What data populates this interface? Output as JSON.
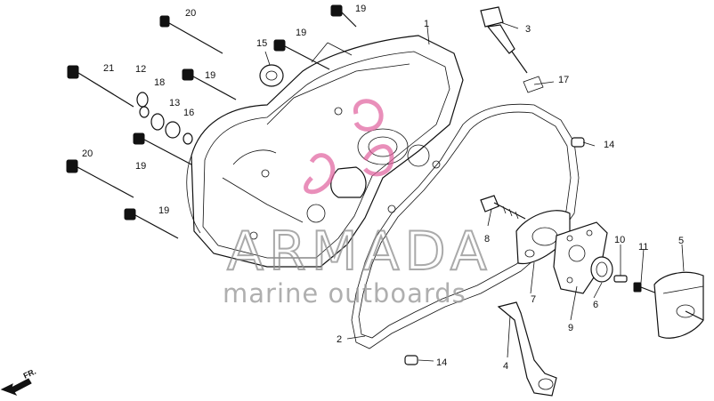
{
  "watermark": {
    "brand": "ARMADA",
    "tagline": "marine outboards",
    "logo_color": "#e0609c"
  },
  "direction_label": "FR.",
  "callouts": [
    {
      "id": "c1",
      "text": "1"
    },
    {
      "id": "c2",
      "text": "2"
    },
    {
      "id": "c3",
      "text": "3"
    },
    {
      "id": "c4",
      "text": "4"
    },
    {
      "id": "c5",
      "text": "5"
    },
    {
      "id": "c6",
      "text": "6"
    },
    {
      "id": "c7",
      "text": "7"
    },
    {
      "id": "c8",
      "text": "8"
    },
    {
      "id": "c9",
      "text": "9"
    },
    {
      "id": "c10",
      "text": "10"
    },
    {
      "id": "c11",
      "text": "11"
    },
    {
      "id": "c12",
      "text": "12"
    },
    {
      "id": "c13",
      "text": "13"
    },
    {
      "id": "c14a",
      "text": "14"
    },
    {
      "id": "c14b",
      "text": "14"
    },
    {
      "id": "c15",
      "text": "15"
    },
    {
      "id": "c16",
      "text": "16"
    },
    {
      "id": "c17",
      "text": "17"
    },
    {
      "id": "c18",
      "text": "18"
    },
    {
      "id": "c19a",
      "text": "19"
    },
    {
      "id": "c19b",
      "text": "19"
    },
    {
      "id": "c19c",
      "text": "19"
    },
    {
      "id": "c19d",
      "text": "19"
    },
    {
      "id": "c19e",
      "text": "19"
    },
    {
      "id": "c20a",
      "text": "20"
    },
    {
      "id": "c20b",
      "text": "20"
    },
    {
      "id": "c21",
      "text": "21"
    }
  ]
}
